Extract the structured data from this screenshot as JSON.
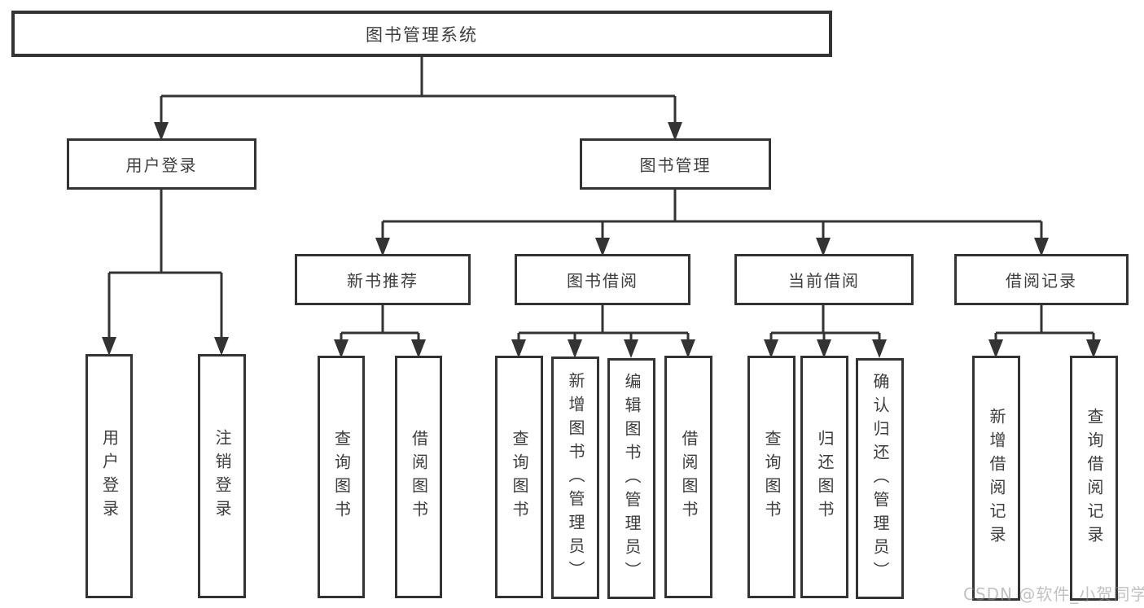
{
  "diagram": {
    "root_label": "图书管理系统",
    "branches": [
      {
        "label": "用户登录",
        "children": [
          {
            "label": "用户登录"
          },
          {
            "label": "注销登录"
          }
        ]
      },
      {
        "label": "图书管理",
        "children": [
          {
            "label": "新书推荐",
            "children": [
              {
                "label": "查询图书"
              },
              {
                "label": "借阅图书"
              }
            ]
          },
          {
            "label": "图书借阅",
            "children": [
              {
                "label": "查询图书"
              },
              {
                "label": "新增图书（管理员）"
              },
              {
                "label": "编辑图书（管理员）"
              },
              {
                "label": "借阅图书"
              }
            ]
          },
          {
            "label": "当前借阅",
            "children": [
              {
                "label": "查询图书"
              },
              {
                "label": "归还图书"
              },
              {
                "label": "确认归还（管理员）"
              }
            ]
          },
          {
            "label": "借阅记录",
            "children": [
              {
                "label": "新增借阅记录"
              },
              {
                "label": "查询借阅记录"
              }
            ]
          }
        ]
      }
    ]
  },
  "watermark": {
    "text": "CSDN @软件_小贺同学"
  },
  "colors": {
    "line": "#333333",
    "text": "#3d3d3d",
    "background": "#ffffff",
    "watermark": "#c6c6c6"
  }
}
